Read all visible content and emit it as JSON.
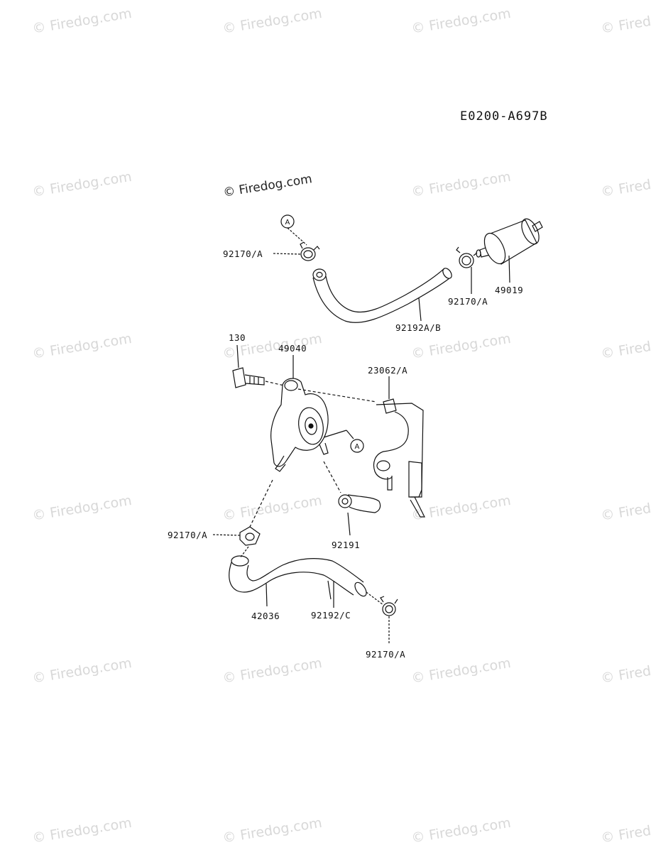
{
  "watermark": "© Firedog.com",
  "diagram_code": "E0200-A697B",
  "callout_letter": "A",
  "labels": {
    "clamp_top_left": "92170/A",
    "clamp_top_right": "92170/A",
    "fuel_filter": "49019",
    "hose_top": "92192A/B",
    "bolt": "130",
    "fuel_pump": "49040",
    "bracket": "23062/A",
    "clamp_mid": "92170/A",
    "hose_short": "92191",
    "hose_bottom_left": "42036",
    "hose_bottom_right": "92192/C",
    "clamp_bottom": "92170/A"
  }
}
